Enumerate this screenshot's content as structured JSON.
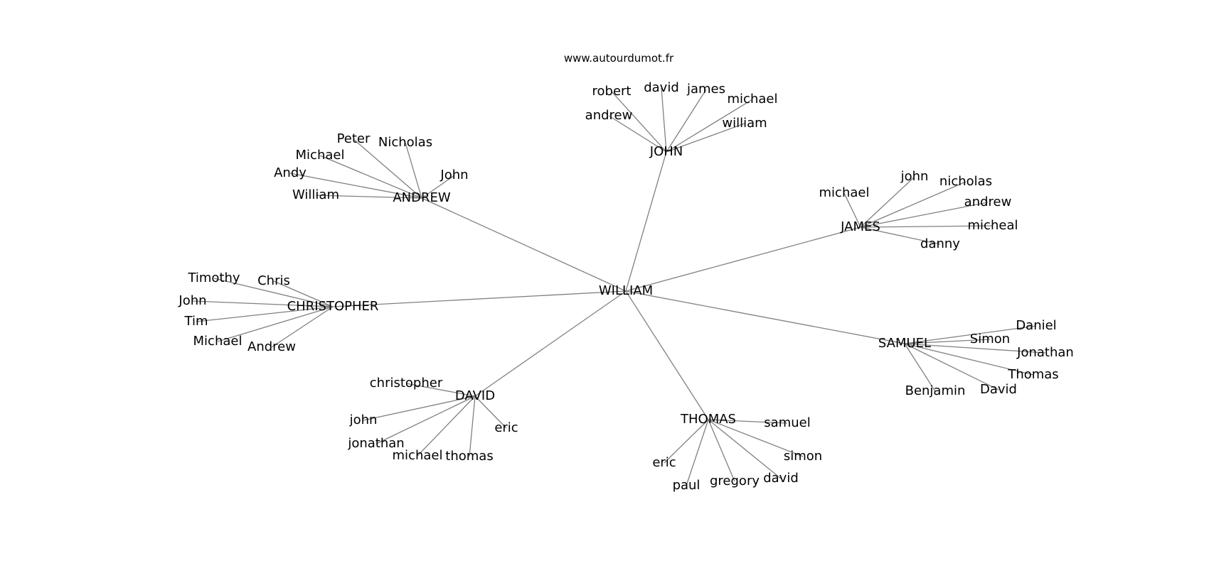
{
  "credit": "www.autourdumot.fr",
  "colors": {
    "edge": "#808080",
    "text": "#000000",
    "background": "#ffffff"
  },
  "graph": {
    "center": "WILLIAM",
    "hubs": [
      {
        "name": "JOHN",
        "children": [
          "robert",
          "david",
          "james",
          "michael",
          "andrew",
          "william"
        ]
      },
      {
        "name": "ANDREW",
        "children": [
          "Peter",
          "Nicholas",
          "Michael",
          "John",
          "Andy",
          "William"
        ]
      },
      {
        "name": "JAMES",
        "children": [
          "john",
          "nicholas",
          "michael",
          "andrew",
          "micheal",
          "danny"
        ]
      },
      {
        "name": "CHRISTOPHER",
        "children": [
          "Timothy",
          "Chris",
          "John",
          "Tim",
          "Michael",
          "Andrew"
        ]
      },
      {
        "name": "SAMUEL",
        "children": [
          "Daniel",
          "Simon",
          "Jonathan",
          "Thomas",
          "David",
          "Benjamin"
        ]
      },
      {
        "name": "DAVID",
        "children": [
          "christopher",
          "john",
          "eric",
          "jonathan",
          "michael",
          "thomas"
        ]
      },
      {
        "name": "THOMAS",
        "children": [
          "samuel",
          "simon",
          "eric",
          "david",
          "gregory",
          "paul"
        ]
      }
    ]
  }
}
